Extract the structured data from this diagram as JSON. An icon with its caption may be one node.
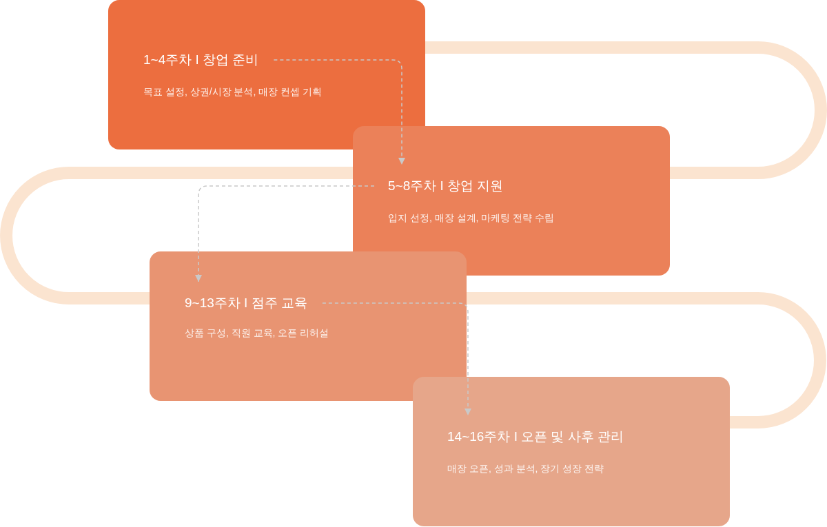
{
  "diagram": {
    "nodes": [
      {
        "text": [
          "1~4주차 I 창업 준비",
          "목표 설정, 상권/시장 분석, 매장 컨셉 기획"
        ]
      },
      {
        "text": [
          "5~8주차 I 창업 지원",
          "입지 선정, 매장 설계, 마케팅 전략 수립"
        ]
      },
      {
        "text": [
          "9~13주차 I 점주 교육",
          "상품 구성, 직원 교육, 오픈 리허설"
        ]
      },
      {
        "text": [
          "14~16주차 I 오픈 및 사후 관리",
          "매장 오픈, 성과 분석, 장기 성장 전략"
        ]
      }
    ],
    "edges": [
      {
        "from": 0,
        "to": 1,
        "arrow": "to",
        "style": "dashed"
      },
      {
        "from": 1,
        "to": 2,
        "arrow": "to",
        "style": "dashed"
      },
      {
        "from": 2,
        "to": 3,
        "arrow": "to",
        "style": "dashed"
      }
    ]
  }
}
